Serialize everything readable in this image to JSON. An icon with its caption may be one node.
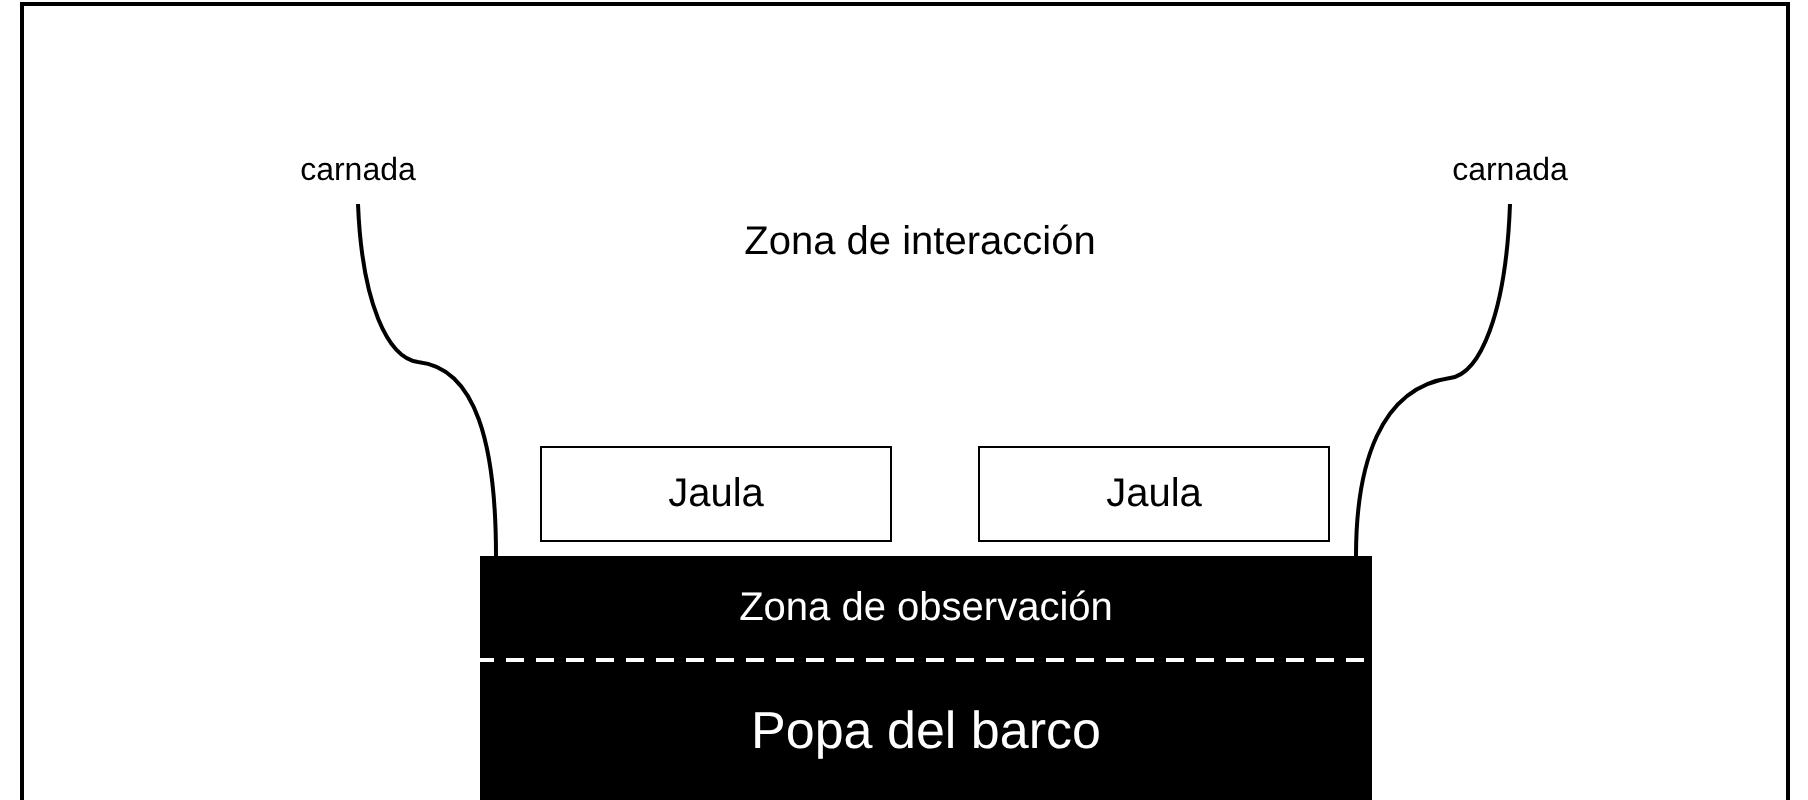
{
  "diagram": {
    "nodes": [
      {
        "text": [
          "carnada"
        ]
      },
      {
        "text": [
          "carnada"
        ]
      },
      {
        "text": [
          "Jaula"
        ]
      },
      {
        "text": [
          "Jaula"
        ]
      },
      {
        "text": [
          "Zona de observación"
        ]
      },
      {
        "text": [
          "Popa del barco"
        ]
      }
    ],
    "edges": [
      {
        "from": 0,
        "to": 4,
        "arrow": "none"
      },
      {
        "from": 1,
        "to": 4,
        "arrow": "none"
      }
    ],
    "labels": [
      "Zona de interacción"
    ]
  }
}
